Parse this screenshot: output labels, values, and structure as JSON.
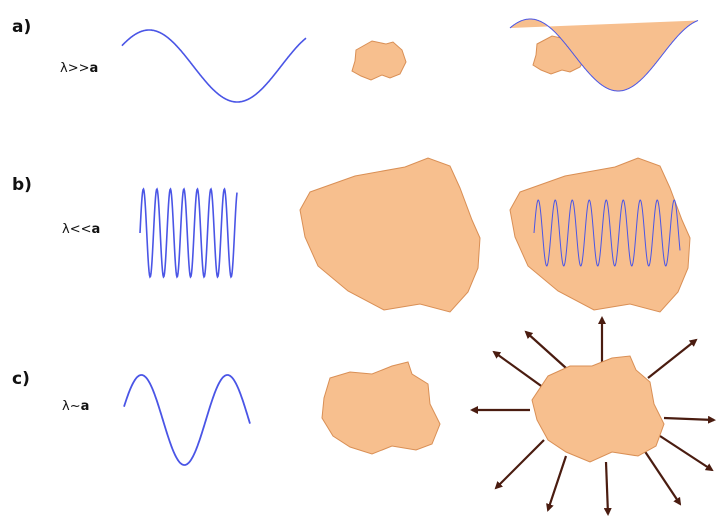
{
  "colors": {
    "wave": "#4a55e6",
    "particle_fill": "#f7bf8e",
    "particle_stroke": "#d98f55",
    "arrow": "#4a1c10"
  },
  "rows": [
    {
      "label": "a)",
      "condition": "λ>>a",
      "condition_symbol": "λ>>",
      "condition_var": "a"
    },
    {
      "label": "b)",
      "condition": "λ<<a",
      "condition_symbol": "λ<<",
      "condition_var": "a"
    },
    {
      "label": "c)",
      "condition": "λ~a",
      "condition_symbol": "λ~",
      "condition_var": "a"
    }
  ]
}
